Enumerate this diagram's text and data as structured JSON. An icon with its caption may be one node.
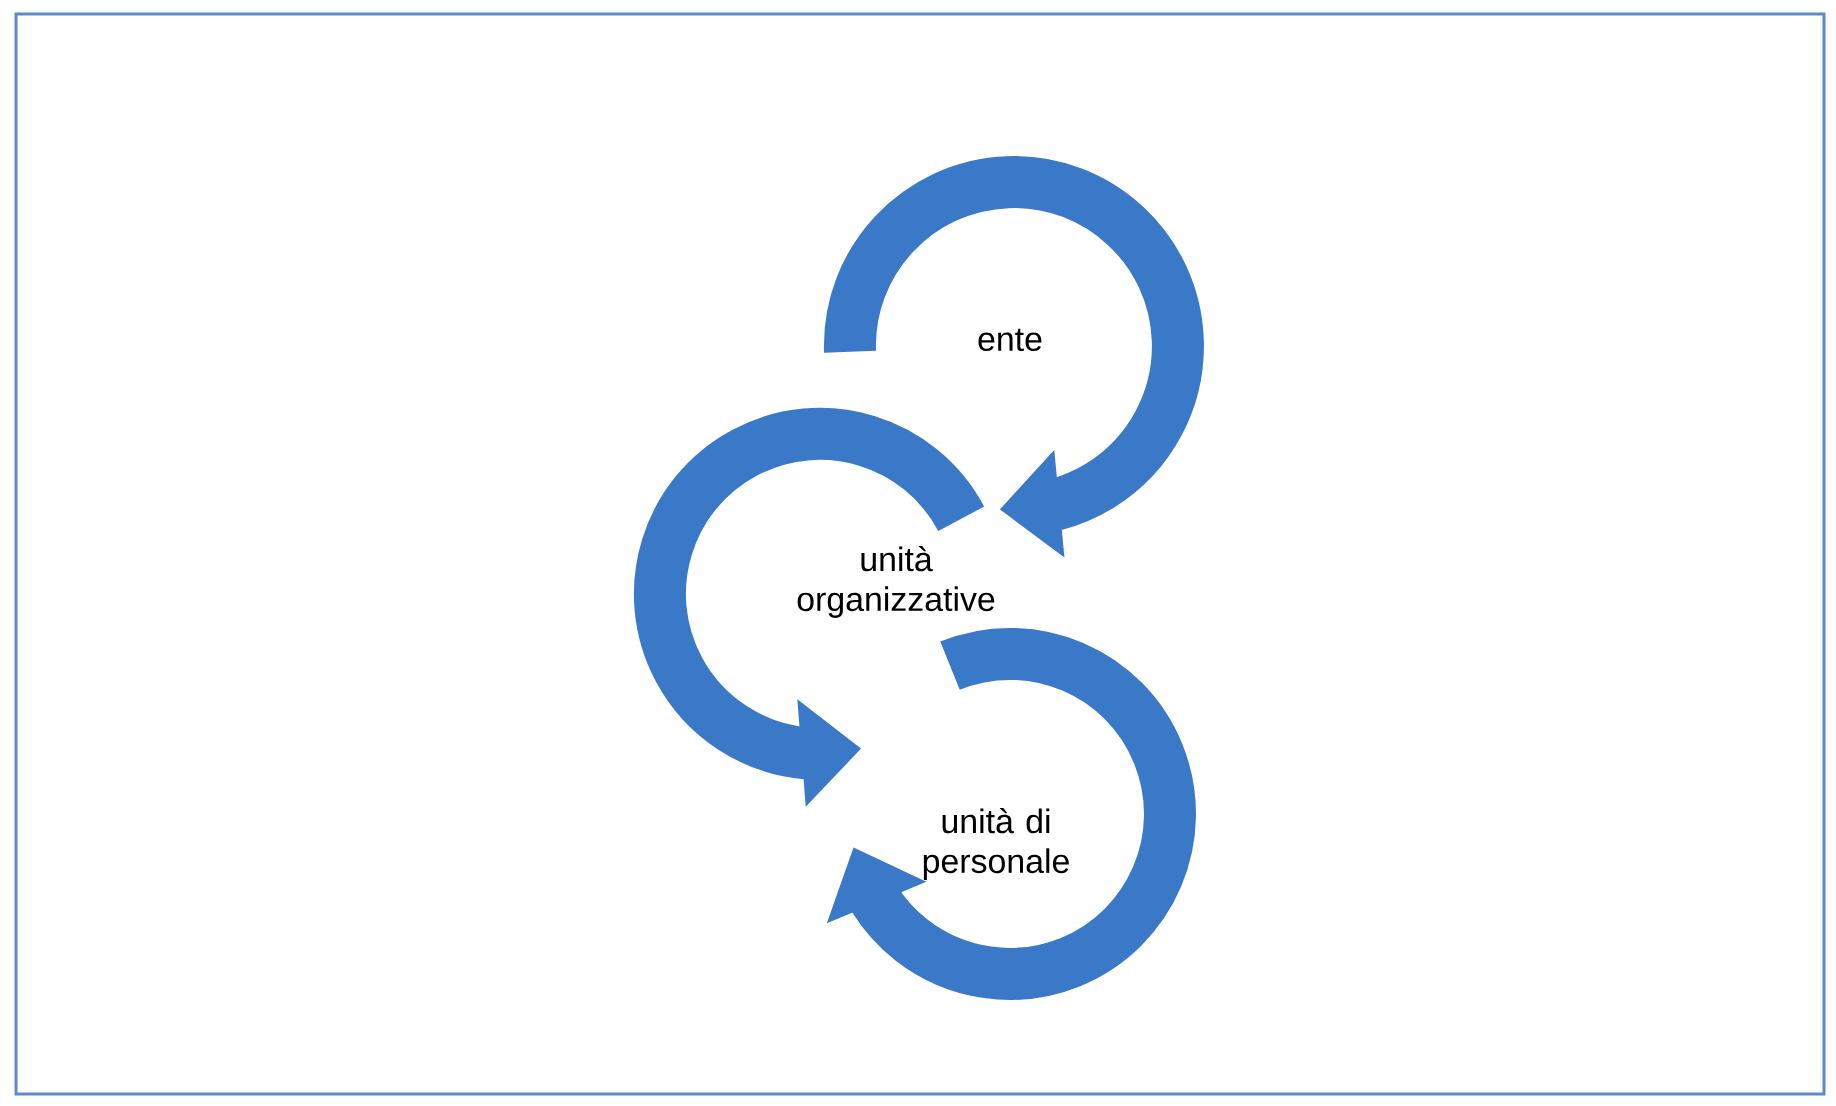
{
  "diagram": {
    "nodes": [
      {
        "text": [
          "ente"
        ]
      },
      {
        "text": [
          "unità organizzative"
        ]
      },
      {
        "text": [
          "unità di personale"
        ]
      }
    ]
  }
}
